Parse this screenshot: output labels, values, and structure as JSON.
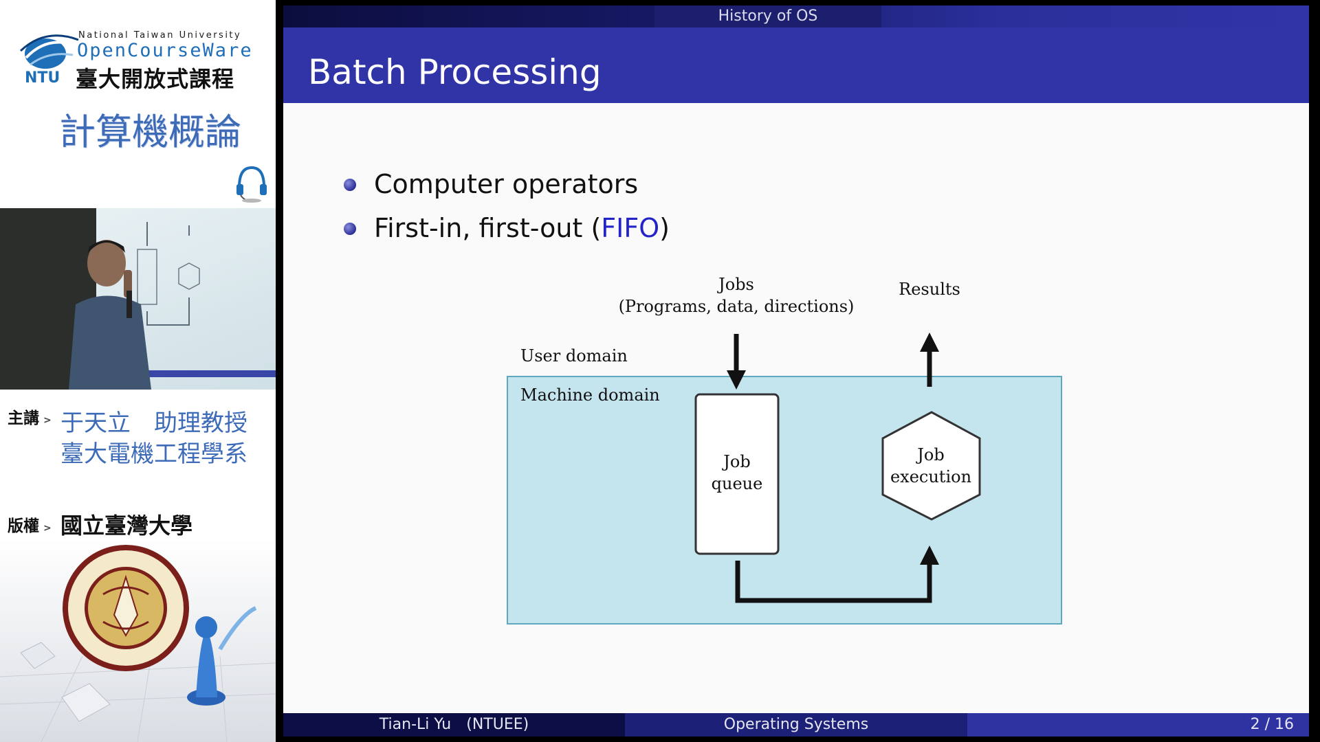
{
  "left_panel": {
    "university_en": "National Taiwan University",
    "ocw_label": "OpenCourseWare",
    "ocw_label_cn": "臺大開放式課程",
    "course_title": "計算機概論",
    "instructor_tag": "主講",
    "instructor_name": "于天立　助理教授",
    "instructor_dept": "臺大電機工程學系",
    "copyright_tag": "版權",
    "copyright_owner": "國立臺灣大學"
  },
  "slide": {
    "section": "History of OS",
    "title": "Batch Processing",
    "bullets": [
      {
        "text": "Computer operators"
      },
      {
        "prefix": "First-in, first-out (",
        "highlight": "FIFO",
        "suffix": ")"
      }
    ],
    "diagram": {
      "jobs_label": "Jobs",
      "jobs_sublabel": "(Programs, data, directions)",
      "results_label": "Results",
      "user_domain": "User domain",
      "machine_domain": "Machine domain",
      "job_queue_line1": "Job",
      "job_queue_line2": "queue",
      "job_exec_line1": "Job",
      "job_exec_line2": "execution"
    },
    "footer": {
      "author": "Tian-Li Yu　(NTUEE)",
      "course": "Operating Systems",
      "page": "2 / 16"
    }
  },
  "colors": {
    "slide_header": "#3034a6",
    "fifo_highlight": "#2323c8",
    "machine_domain_fill": "#c4e4ee",
    "ocw_blue": "#1f6fb8",
    "course_title_blue": "#3d6bb8"
  }
}
